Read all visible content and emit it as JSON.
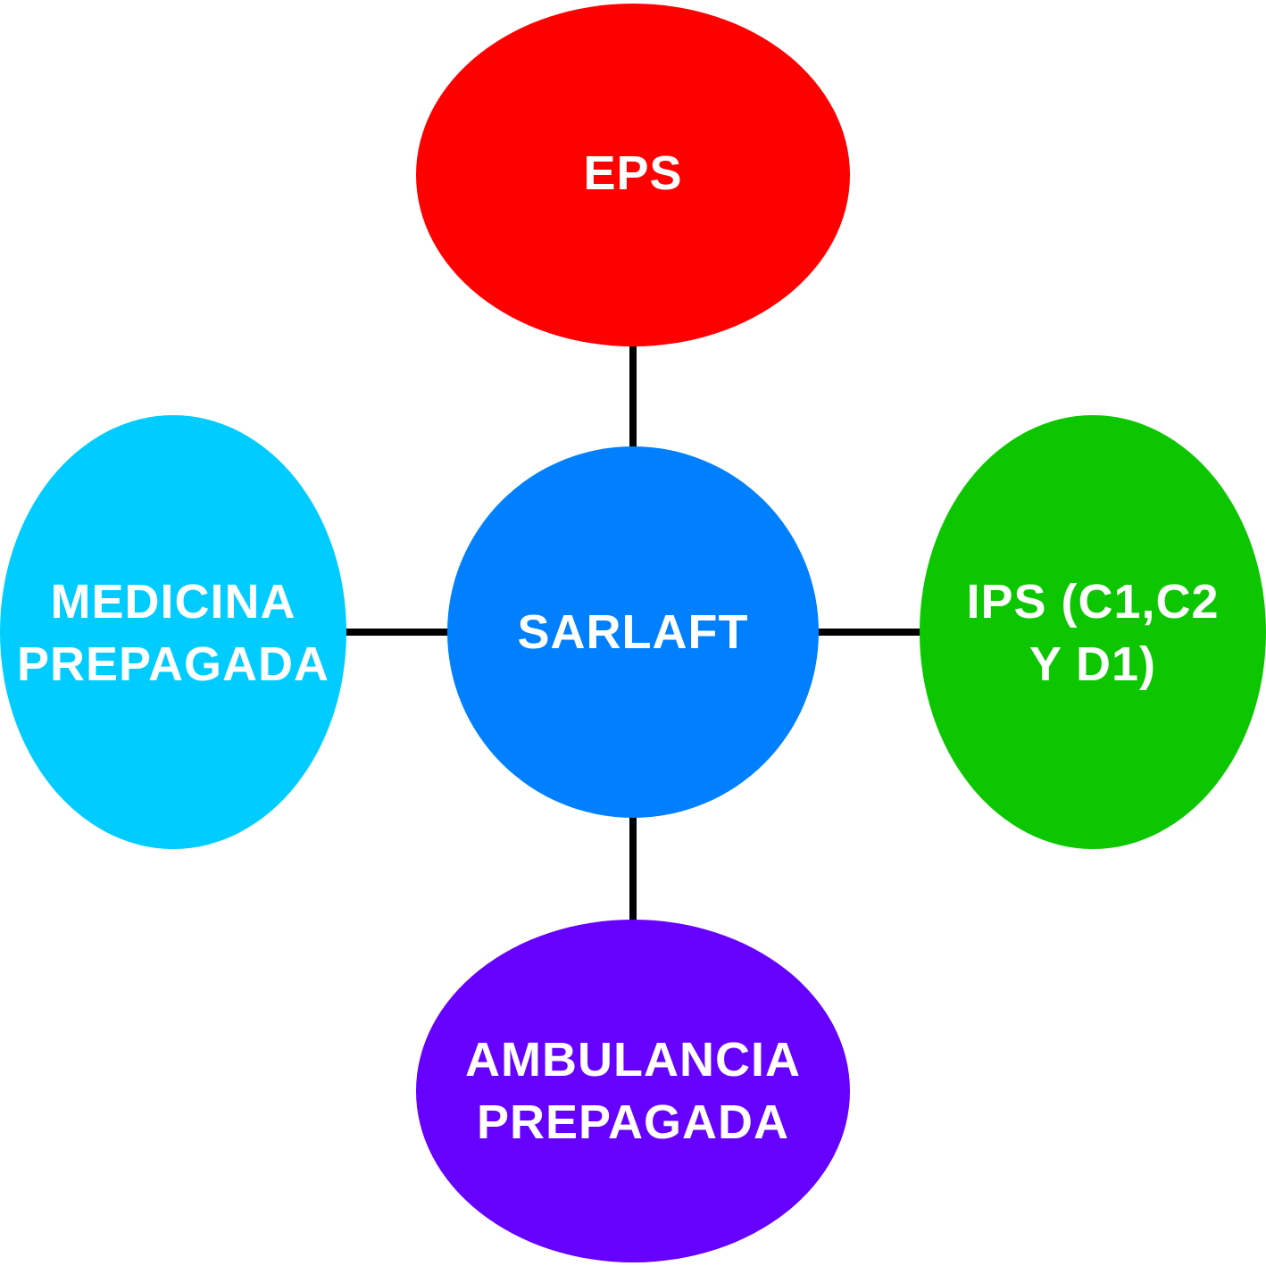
{
  "nodes": {
    "sarlaft": {
      "lines": [
        "SARLAFT"
      ],
      "color": "#0080FF"
    },
    "eps": {
      "lines": [
        "EPS"
      ],
      "color": "#FF0000"
    },
    "medicina_prepagada": {
      "lines": [
        "MEDICINA",
        "PREPAGADA"
      ],
      "color": "#00CCFF"
    },
    "ips": {
      "lines": [
        "IPS (C1,C2",
        "Y D1)"
      ],
      "color": "#0CC600"
    },
    "ambulancia_prepagada": {
      "lines": [
        "AMBULANCIA",
        "PREPAGADA"
      ],
      "color": "#6600FF"
    }
  },
  "text_color": "#FFFFFF",
  "connector_color": "#000000"
}
